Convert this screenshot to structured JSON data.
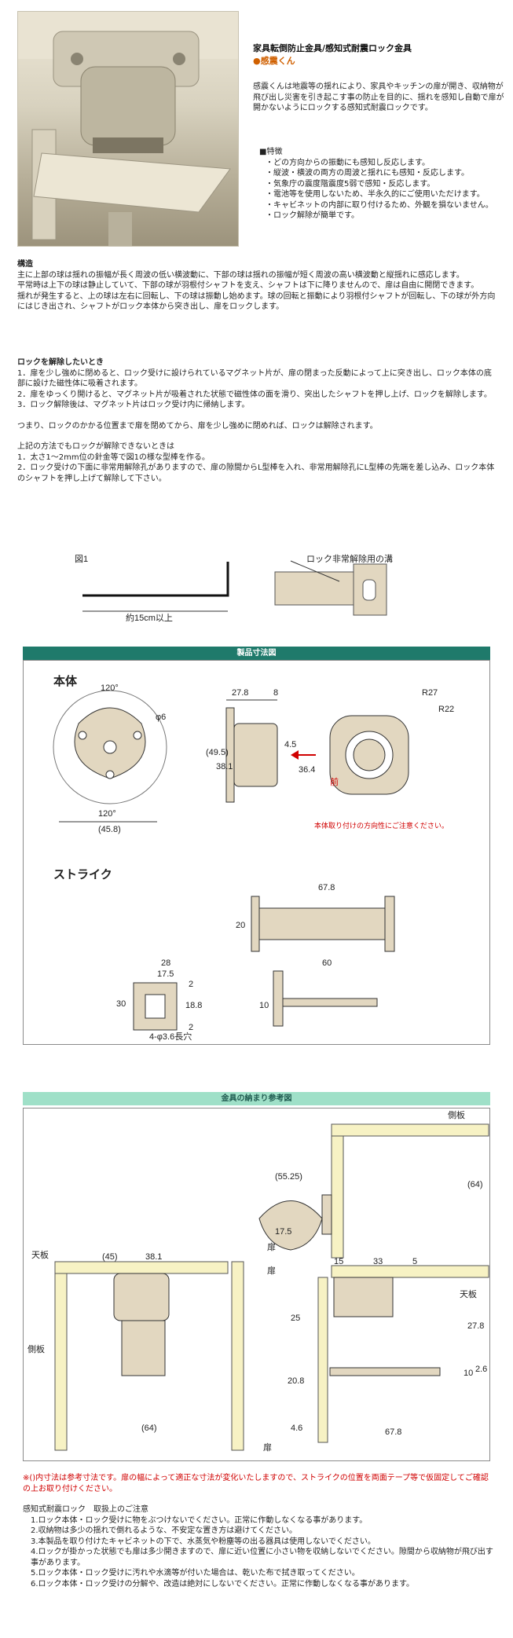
{
  "header": {
    "title": "家具転倒防止金具/感知式耐震ロック金具",
    "brand": "●感震くん"
  },
  "intro": "感震くんは地震等の揺れにより、家具やキッチンの扉が開き、収納物が飛び出し災害を引き起こす事の防止を目的に、揺れを感知し自動で扉が開かないようにロックする感知式耐震ロックです。",
  "features": {
    "heading": "■特徴",
    "items": [
      "・どの方向からの振動にも感知し反応します。",
      "・縦波・横波の両方の周波と揺れにも感知・反応します。",
      "・気象庁の震度階震度5弱で感知・反応します。",
      "・電池等を使用しないため、半永久的にご使用いただけます。",
      "・キャビネットの内部に取り付けるため、外観を損ないません。",
      "・ロック解除が簡単です。"
    ]
  },
  "structure": {
    "heading": "構造",
    "lines": [
      "主に上部の球は揺れの振幅が長く周波の低い横波動に、下部の球は揺れの振幅が短く周波の高い横波動と縦揺れに感応します。",
      "平常時は上下の球は静止していて、下部の球が羽根付シャフトを支え、シャフトは下に降りませんので、扉は自由に開閉できます。",
      "揺れが発生すると、上の球は左右に回転し、下の球は振動し始めます。球の回転と振動により羽根付シャフトが回転し、下の球が外方向にはじき出され、シャフトがロック本体から突き出し、扉をロックします。"
    ]
  },
  "release": {
    "heading": "ロックを解除したいとき",
    "lines": [
      "1．扉を少し強めに閉めると、ロック受けに設けられているマグネット片が、扉の閉まった反動によって上に突き出し、ロック本体の底部に設けた磁性体に吸着されます。",
      "2．扉をゆっくり開けると、マグネット片が吸着された状態で磁性体の面を滑り、突出したシャフトを押し上げ、ロックを解除します。",
      "3．ロック解除後は、マグネット片はロック受け内に帰納します。",
      "",
      "つまり、ロックのかかる位置まで扉を閉めてから、扉を少し強めに閉めれば、ロックは解除されます。",
      "",
      "上記の方法でもロックが解除できないときは",
      "1．太さ1〜2mm位の針金等で図1の様な型棒を作る。",
      "2．ロック受けの下面に非常用解除孔がありますので、扉の隙間からL型棒を入れ、非常用解除孔にL型棒の先端を差し込み、ロック本体のシャフトを押し上げて解除して下さい。"
    ]
  },
  "fig1": {
    "label": "図1",
    "dim": "約15cm以上",
    "hole": "ロック非常解除用の溝"
  },
  "dims": {
    "bar": "製品寸法図",
    "body": "本体",
    "strike": "ストライク",
    "d120a": "120°",
    "d120b": "120°",
    "phi6": "φ6",
    "d458": "(45.8)",
    "d278": "27.8",
    "d8": "8",
    "d495": "(49.5)",
    "d381": "38.1",
    "d45": "4.5",
    "d364": "36.4",
    "r27": "R27",
    "r22": "R22",
    "front": "前",
    "warn": "本体取り付けの方向性にご注意ください。",
    "d678": "67.8",
    "d20": "20",
    "d28": "28",
    "d175": "17.5",
    "d30": "30",
    "d2a": "2",
    "d188": "18.8",
    "d2b": "2",
    "d60": "60",
    "d10": "10",
    "holes": "4-φ3.6長穴"
  },
  "install": {
    "bar": "金具の納まり参考図",
    "side": "側板",
    "top": "天板",
    "door": "扉",
    "side2": "側板",
    "top2": "天板",
    "door2": "扉",
    "door3": "扉",
    "d5525": "(55.25)",
    "d64": "(64)",
    "d175": "17.5",
    "d45": "(45)",
    "d381": "38.1",
    "d15": "15",
    "d33": "33",
    "d5": "5",
    "d25": "25",
    "d208": "20.8",
    "d278": "27.8",
    "d10": "10",
    "d26": "2.6",
    "d46": "4.6",
    "d64b": "(64)",
    "d678": "67.8",
    "note": "※()内寸法は参考寸法です。扉の幅によって適正な寸法が変化いたしますので、ストライクの位置を両面テープ等で仮固定してご確認の上お取り付けください。"
  },
  "caution": {
    "heading": "感知式耐震ロック　取扱上のご注意",
    "items": [
      "1.ロック本体・ロック受けに物をぶつけないでください。正常に作動しなくなる事があります。",
      "2.収納物は多少の揺れで倒れるような、不安定な置き方は避けてください。",
      "3.本製品を取り付けたキャビネットの下で、水蒸気や粉塵等の出る器具は使用しないでください。",
      "4.ロックが掛かった状態でも扉は多少開きますので、扉に近い位置に小さい物を収納しないでください。隙間から収納物が飛び出す事があります。",
      "5.ロック本体・ロック受けに汚れや水滴等が付いた場合は、乾いた布で拭き取ってください。",
      "6.ロック本体・ロック受けの分解や、改造は絶対にしないでください。正常に作動しなくなる事があります。"
    ]
  },
  "colors": {
    "teal": "#1f7a6b",
    "mint": "#9fe0c8",
    "cream": "#f7f2c4",
    "part": "#e2d7c0",
    "orange": "#d06000",
    "red": "#d00000"
  }
}
